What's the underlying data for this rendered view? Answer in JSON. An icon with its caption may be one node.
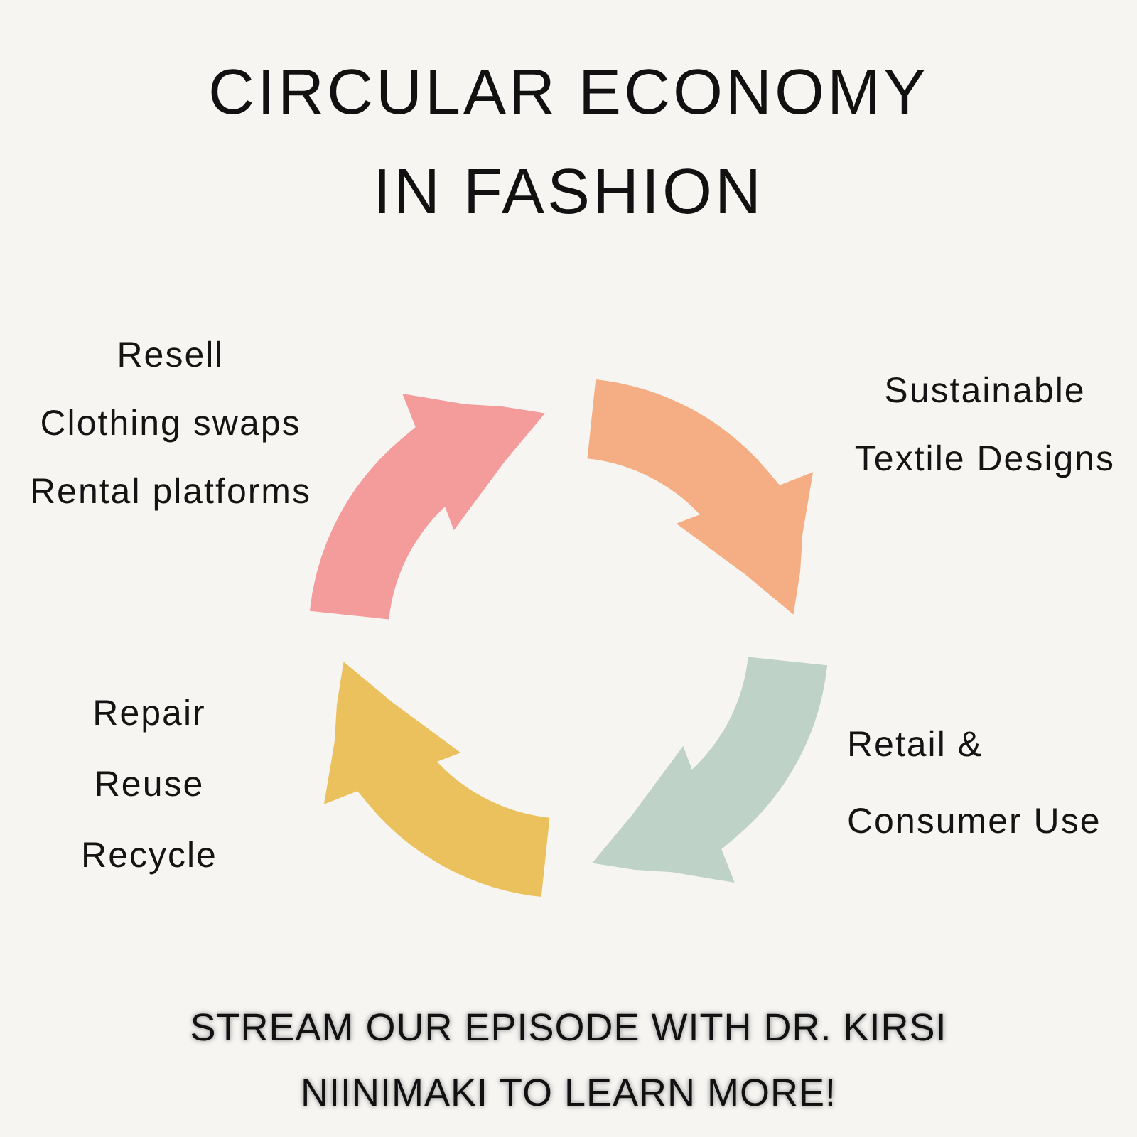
{
  "diagram": {
    "title": "CIRCULAR ECONOMY IN FASHION",
    "caption": "STREAM OUR EPISODE WITH DR. KIRSI NIINIMAKI TO LEARN MORE!",
    "nodes": [
      {
        "text": [
          "Resell",
          "Clothing swaps",
          "Rental platforms"
        ]
      },
      {
        "text": [
          "Sustainable Textile Designs"
        ]
      },
      {
        "text": [
          "Repair",
          "Reuse",
          "Recycle"
        ]
      },
      {
        "text": [
          "Retail & Consumer Use"
        ]
      }
    ],
    "edges": [
      {
        "from": null,
        "to": 0,
        "arrow": "to",
        "color": "#f49b9b"
      },
      {
        "from": null,
        "to": 1,
        "arrow": "to",
        "color": "#f5ae83"
      },
      {
        "from": null,
        "to": 2,
        "arrow": "to",
        "color": "#ebc15d"
      },
      {
        "from": null,
        "to": 3,
        "arrow": "to",
        "color": "#bfd2c7"
      }
    ]
  }
}
